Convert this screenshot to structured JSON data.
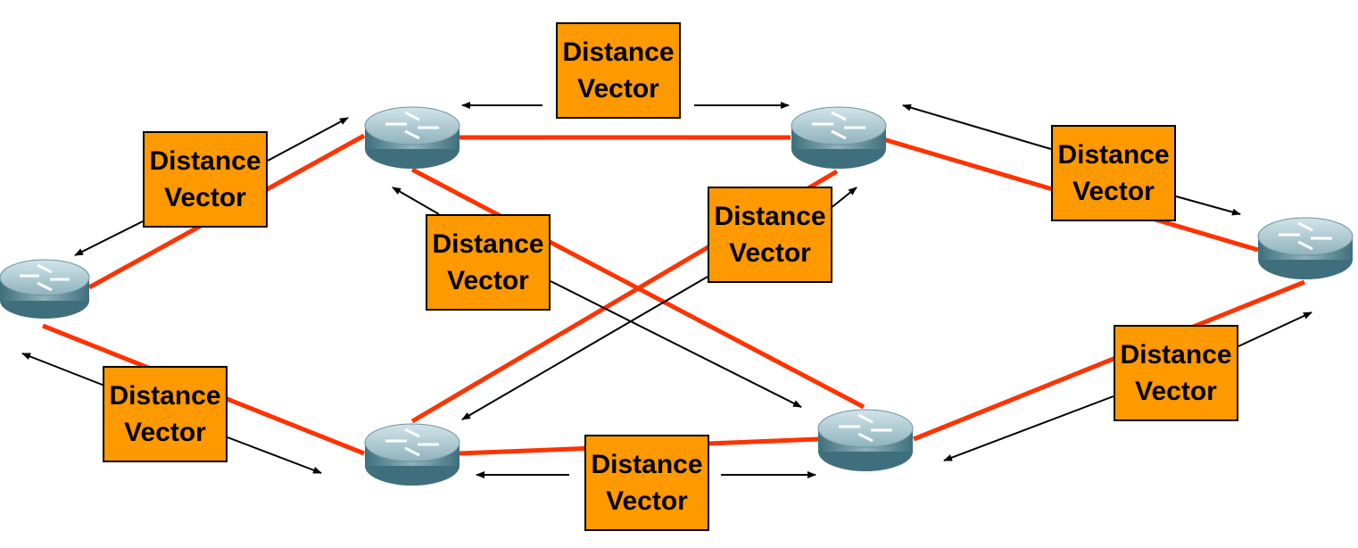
{
  "colors": {
    "link": "#FF3300",
    "label_fill": "#FF9900",
    "arrow": "#000000",
    "router_body": "#5A8C99",
    "router_top": "#B7D2DA"
  },
  "icons": {
    "router": "router-icon"
  },
  "routers": [
    {
      "id": "r-left"
    },
    {
      "id": "r-top-left"
    },
    {
      "id": "r-top-right"
    },
    {
      "id": "r-right"
    },
    {
      "id": "r-bottom-left"
    },
    {
      "id": "r-bottom-right"
    }
  ],
  "labels": [
    {
      "line1": "Distance",
      "line2": "Vector"
    },
    {
      "line1": "Distance",
      "line2": "Vector"
    },
    {
      "line1": "Distance",
      "line2": "Vector"
    },
    {
      "line1": "Distance",
      "line2": "Vector"
    },
    {
      "line1": "Distance",
      "line2": "Vector"
    },
    {
      "line1": "Distance",
      "line2": "Vector"
    },
    {
      "line1": "Distance",
      "line2": "Vector"
    },
    {
      "line1": "Distance",
      "line2": "Vector"
    }
  ]
}
